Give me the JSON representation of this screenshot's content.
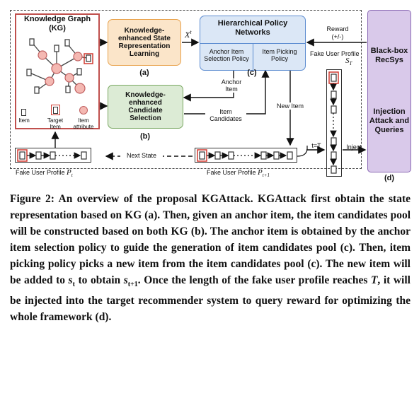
{
  "kg": {
    "title": "Knowledge Graph",
    "subtitle": "(KG)",
    "legend_item": "Item",
    "legend_target": "Target Item",
    "legend_attr": "Item attribute"
  },
  "state_rep": {
    "label": "Knowledge-enhanced State Representation Learning",
    "tag": "(a)"
  },
  "candidate": {
    "label": "Knowledge-enhanced Candidate Selection",
    "tag": "(b)"
  },
  "policy": {
    "title": "Hierarchical Policy Networks",
    "anchor_policy": "Anchor Item Selection Policy",
    "picking_policy": "Item Picking Policy",
    "tag": "(c)"
  },
  "blackbox": {
    "title": "Black-box RecSys",
    "injection": "Injection Attack and Queries",
    "tag": "(d)"
  },
  "arrows": {
    "xt": "X",
    "xt_sup": "t",
    "reward": "Reward",
    "reward_sign": "(+/-)",
    "anchor_item": "Anchor Item",
    "item_candidates": "Item Candidates",
    "new_item": "New Item",
    "next_state": "Next State",
    "t_eq_T": "t=T",
    "inject": "Inject"
  },
  "profiles": {
    "pt_label": "Fake User Profile",
    "pt_sym": "P",
    "pt_sub": "t",
    "pt1_label": "Fake User Profile",
    "pt1_sym": "P",
    "pt1_sub": "t+1",
    "st_label": "Fake User Profile",
    "st_sym": "S",
    "st_sub": "T"
  },
  "caption": {
    "text": "Figure 2: An overview of the proposal KGAttack. KGAttack first obtain the state representation based on KG (a). Then, given an anchor item, the item candidates pool will be constructed based on both KG (b). The anchor item is obtained by the anchor item selection policy to guide the generation of item candidates pool (c). Then, item picking policy picks a new item from the item candidates pool (c). The new item will be added to s_t to obtain s_{t+1}. Once the length of the fake user profile reaches T, it will be injected into the target recommender system to query reward for optimizing the whole framework (d)."
  },
  "colors": {
    "kg_border": "#c0504d",
    "orange_fill": "#fbe5c9",
    "orange_border": "#e8a14a",
    "green_fill": "#dcebd5",
    "green_border": "#7aa862",
    "blue_fill": "#dbe7f6",
    "blue_border": "#5b8bd0",
    "purple_fill": "#d9c9ea",
    "purple_border": "#8c6bb5",
    "node_fill": "#f4b8b2",
    "node_border": "#c06060",
    "target_red": "#d03a30"
  }
}
